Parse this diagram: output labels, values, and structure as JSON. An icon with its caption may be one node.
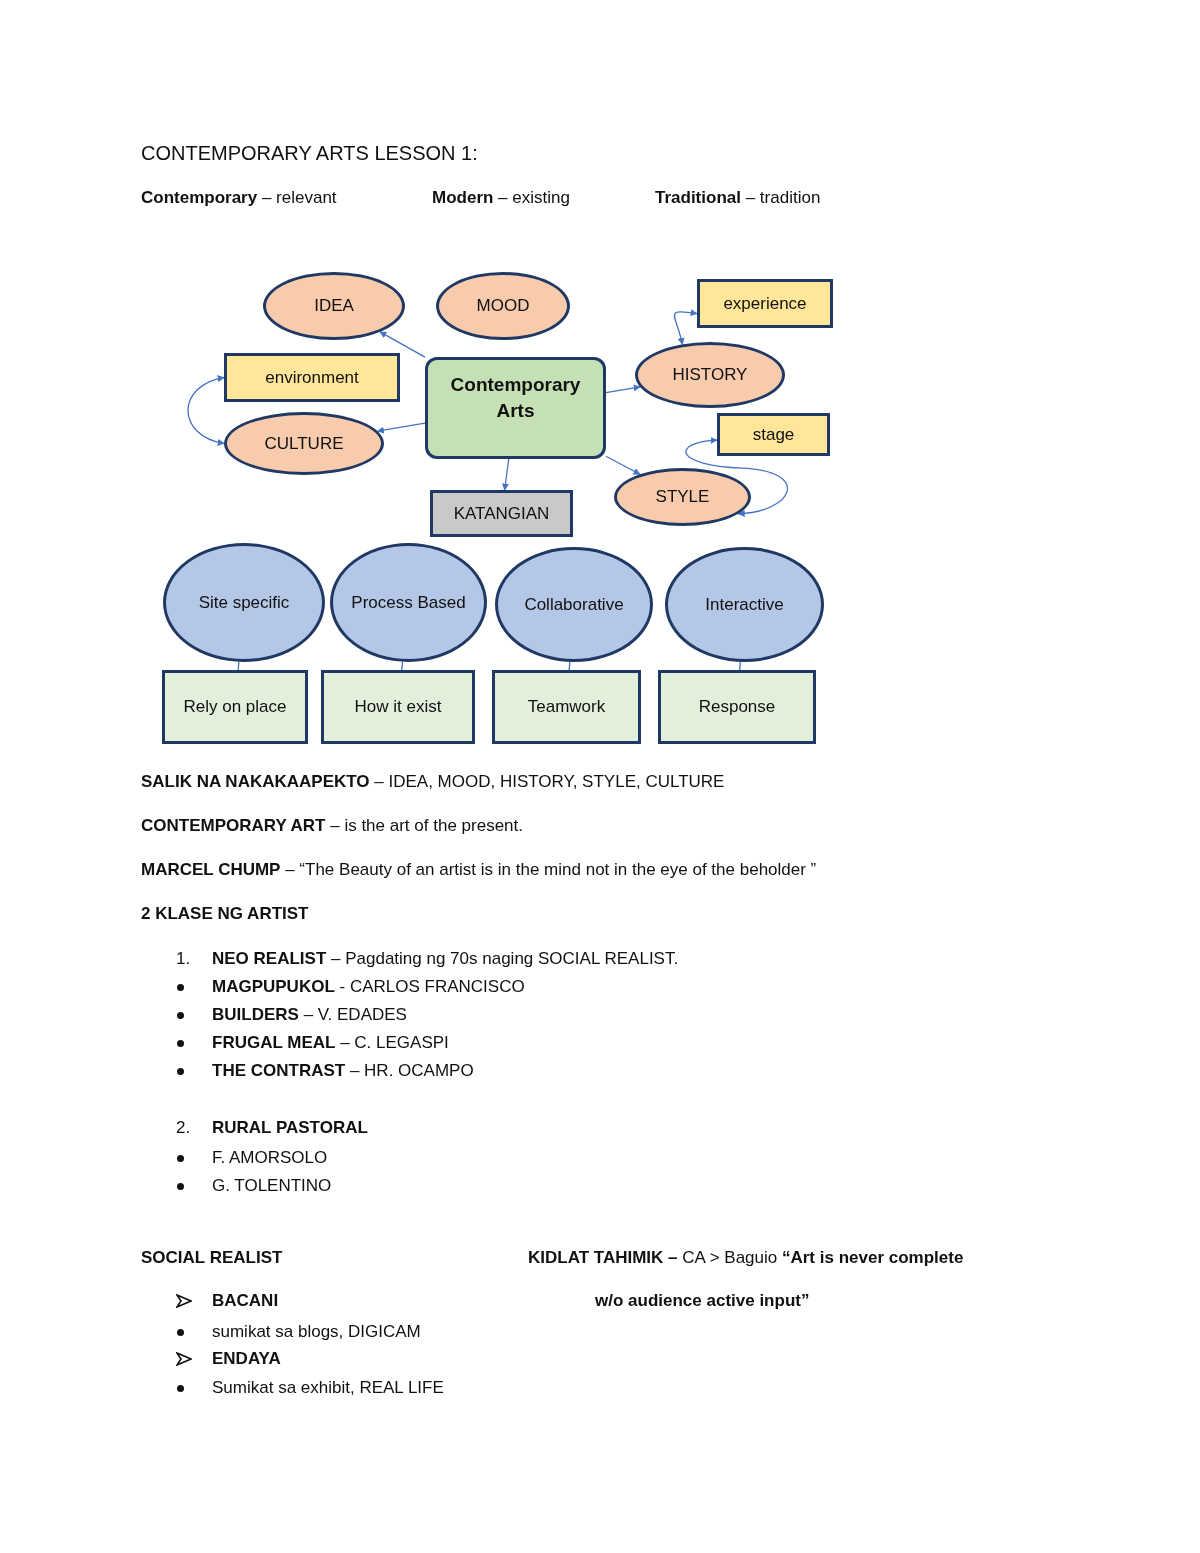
{
  "diagram": {
    "title": "CONTEMPORARY ARTS  LESSON 1:",
    "nodes": [
      {
        "text": [
          "IDEA"
        ]
      },
      {
        "text": [
          "MOOD"
        ]
      },
      {
        "text": [
          "experience"
        ]
      },
      {
        "text": [
          "environment"
        ]
      },
      {
        "text": [
          "Contemporary Arts"
        ]
      },
      {
        "text": [
          "HISTORY"
        ]
      },
      {
        "text": [
          "CULTURE"
        ]
      },
      {
        "text": [
          "stage"
        ]
      },
      {
        "text": [
          "KATANGIAN"
        ]
      },
      {
        "text": [
          "STYLE"
        ]
      },
      {
        "text": [
          "Site specific"
        ]
      },
      {
        "text": [
          "Process Based"
        ]
      },
      {
        "text": [
          "Collaborative"
        ]
      },
      {
        "text": [
          "Interactive"
        ]
      },
      {
        "text": [
          "Rely on place"
        ]
      },
      {
        "text": [
          "How it exist"
        ]
      },
      {
        "text": [
          "Teamwork"
        ]
      },
      {
        "text": [
          "Response"
        ]
      }
    ],
    "edges": [
      {
        "from": 4,
        "to": 0,
        "arrow": "to"
      },
      {
        "from": 2,
        "to": 5,
        "arrow": "both"
      },
      {
        "from": 3,
        "to": 6,
        "arrow": "both"
      },
      {
        "from": 4,
        "to": 5,
        "arrow": "to"
      },
      {
        "from": 4,
        "to": 6,
        "arrow": "to"
      },
      {
        "from": 7,
        "to": 9,
        "arrow": "both"
      },
      {
        "from": 4,
        "to": 9,
        "arrow": "to"
      },
      {
        "from": 4,
        "to": 8,
        "arrow": "to"
      },
      {
        "from": 10,
        "to": 14,
        "arrow": "none"
      },
      {
        "from": 11,
        "to": 15,
        "arrow": "none"
      },
      {
        "from": 12,
        "to": 16,
        "arrow": "none"
      },
      {
        "from": 13,
        "to": 17,
        "arrow": "none"
      }
    ],
    "labels": [
      "**Contemporary** – relevant",
      "**Modern** – existing",
      "**Traditional** – tradition",
      "**SALIK NA NAKAKAAPEKTO** – IDEA, MOOD, HISTORY, STYLE, CULTURE",
      "**CONTEMPORARY ART** – is the art of the present.",
      "**MARCEL CHUMP** – “The Beauty of an artist is in the mind not in the eye of the beholder ”",
      "2 KLASE NG ARTIST",
      "1.",
      "**NEO REALIST** – Pagdating ng 70s naging SOCIAL REALIST.",
      "**MAGPUPUKOL** - CARLOS FRANCISCO",
      "**BUILDERS** – V. EDADES",
      "**FRUGAL MEAL** – C. LEGASPI",
      "**THE CONTRAST** – HR. OCAMPO",
      "2.",
      "RURAL PASTORAL",
      "F. AMORSOLO",
      "G. TOLENTINO",
      "SOCIAL REALIST",
      "**KIDLAT TAHIMIK –** CA > Baguio **“Art is never complete**",
      "BACANI",
      "w/o audience active input”",
      "sumikat sa blogs, DIGICAM",
      "ENDAYA",
      "Sumikat sa exhibit, REAL LIFE"
    ]
  }
}
